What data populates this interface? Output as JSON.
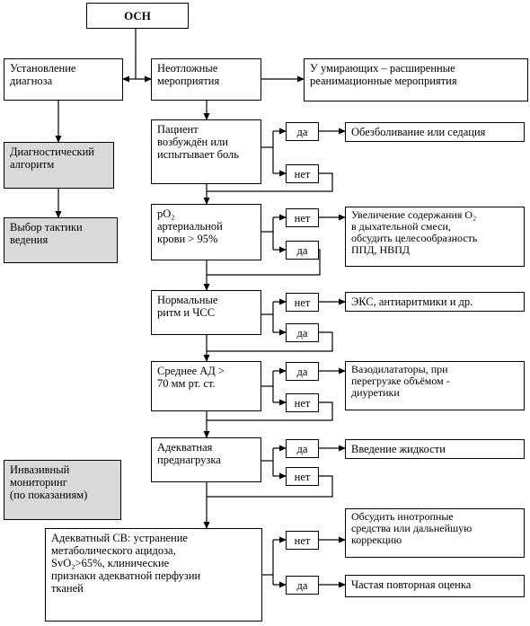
{
  "diagram": {
    "top": "ОСН",
    "diagnosis": "Установление\nдиагноза",
    "algorithm": "Диагностический\nалгоритм",
    "tactics": "Выбор тактики\nведения",
    "monitoring": "Инвазивный\nмониторинг\n(по показаниям)",
    "urgent": "Неотложные\nмероприятия",
    "dying": "У умирающих – расширенные\nреанимационные мероприятия",
    "excited": "Пациент\nвозбуждён или\nиспытывает боль",
    "po2": "pO₂\nартериальной\nкрови > 95%",
    "rhythm": "Нормальные\nритм и ЧСС",
    "bp": "Среднее АД >\n70 мм рт. ст.",
    "preload": "Адекватная\nпреднагрузка",
    "final": "Адекватный СВ: устранение\nметаболического ацидоза,\nSvO₂>65%, клинические\nпризнаки адекватной перфузии\nтканей",
    "analgesia": "Обезболивание или седация",
    "oxygen": "Увеличение содержания O₂\nв дыхательной смеси,\nобсудить целесообразность\nППД, НВПД",
    "pacing": "ЭКС, антиаритмики и др.",
    "vasodilators": "Вазодилататоры, при\nперегрузке объёмом -\nдиуретики",
    "fluids": "Введение жидкости",
    "inotropes": "Обсудить инотропные\nсредства или дальнейшую\nкоррекцию",
    "reassess": "Частая повторная оценка",
    "yes": "да",
    "no": "нет"
  }
}
